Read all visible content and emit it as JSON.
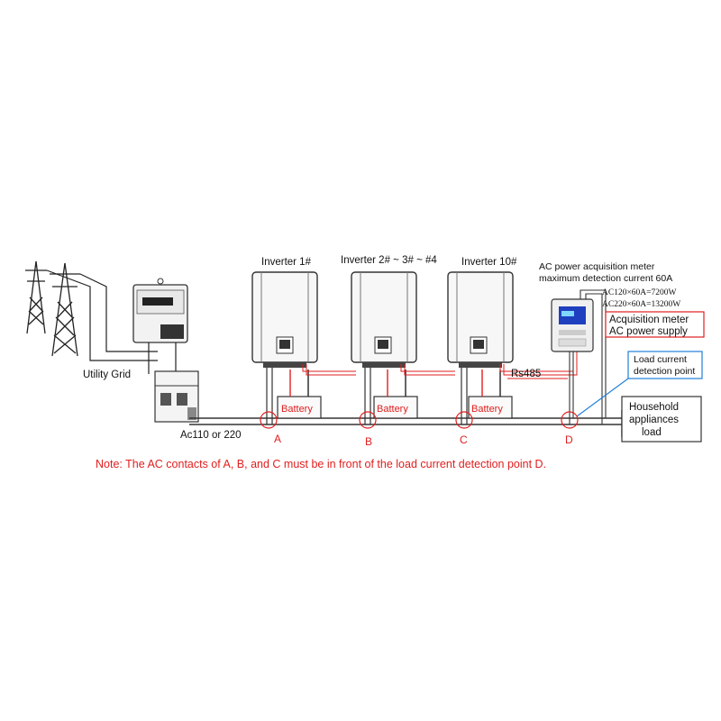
{
  "labels": {
    "utility_grid": "Utility Grid",
    "ac_voltage": "Ac110 or 220",
    "inverter_1": "Inverter 1#",
    "inverter_2_4": "Inverter 2# ~ 3# ~ #4",
    "inverter_10": "Inverter 10#",
    "battery": "Battery",
    "rs485": "Rs485",
    "meter_title_1": "AC power acquisition meter",
    "meter_title_2": "maximum detection current 60A",
    "meter_spec_1": "AC120×60A=7200W",
    "meter_spec_2": "AC220×60A=13200W",
    "meter_supply_1": "Acquisition meter",
    "meter_supply_2": "AC power supply",
    "detect_1": "Load current",
    "detect_2": "detection point",
    "load_1": "Household",
    "load_2": "appliances",
    "load_3": "load",
    "point_a": "A",
    "point_b": "B",
    "point_c": "C",
    "point_d": "D",
    "note": "Note: The AC contacts of A, B, and C must be in front of the load current detection point D."
  },
  "colors": {
    "wire": "#333333",
    "signal": "#e11e1e",
    "callout": "#e11e1e",
    "detect_callout": "#1e7fd8",
    "meter_screen": "#1f3fbf"
  }
}
